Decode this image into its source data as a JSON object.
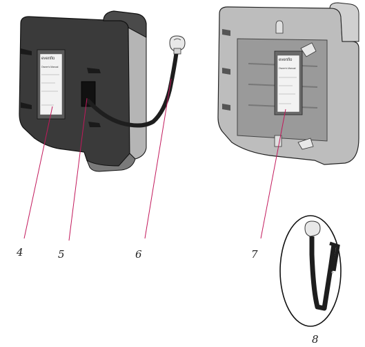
{
  "diagram": {
    "brand": "evenflo",
    "manual_title": "Owner's Manual",
    "callouts": [
      {
        "id": "4",
        "label": "4"
      },
      {
        "id": "5",
        "label": "5"
      },
      {
        "id": "6",
        "label": "6"
      },
      {
        "id": "7",
        "label": "7"
      },
      {
        "id": "8",
        "label": "8"
      }
    ],
    "colors": {
      "shell_dark": "#3a3a3a",
      "shell_light": "#bdbdbd",
      "shell_mid": "#8f8f8f",
      "strap": "#1e1e1e",
      "leader": "#c2185b",
      "manual": "#f2f2f2"
    }
  }
}
